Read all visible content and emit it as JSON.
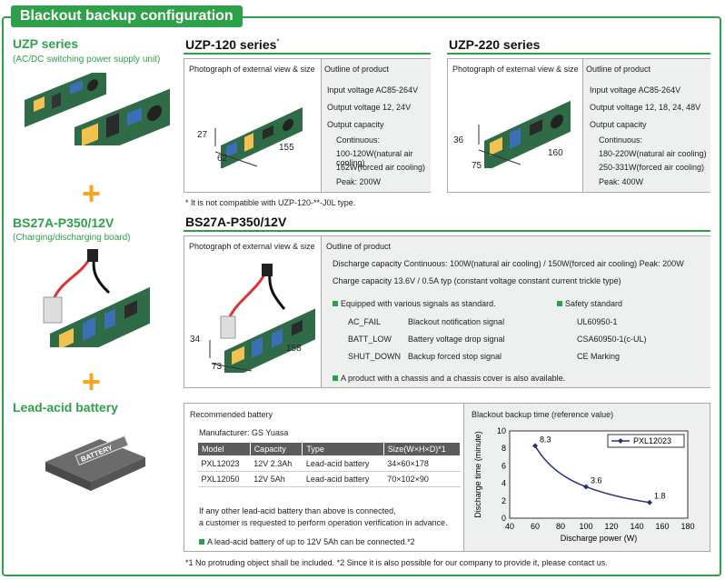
{
  "header": {
    "title": "Blackout backup configuration"
  },
  "left": {
    "uzp_title": "UZP series",
    "uzp_sub": "(AC/DC switching power supply unit)",
    "bs_title": "BS27A-P350/12V",
    "bs_sub": "(Charging/discharging board)",
    "battery_title": "Lead-acid battery",
    "battery_label": "BATTERY",
    "plus": "+"
  },
  "uzp120": {
    "title": "UZP-120 series",
    "title_mark": "*",
    "photo_label": "Photograph of external view & size",
    "outline_label": "Outline of product",
    "dims": {
      "h": "27",
      "w": "62",
      "l": "155"
    },
    "lines": [
      "Input voltage   AC85-264V",
      "Output voltage  12, 24V",
      "Output capacity",
      "Continuous:",
      "100-120W(natural air cooling)",
      "162W(forced air cooling)",
      "Peak: 200W"
    ],
    "note": "* It is not compatible with UZP-120-**-J0L type."
  },
  "uzp220": {
    "title": "UZP-220 series",
    "photo_label": "Photograph of external view & size",
    "outline_label": "Outline of product",
    "dims": {
      "h": "36",
      "w": "75",
      "l": "160"
    },
    "lines": [
      "Input voltage   AC85-264V",
      "Output voltage 12, 18, 24, 48V",
      "Output capacity",
      "Continuous:",
      "180-220W(natural air cooling)",
      "250-331W(forced air cooling)",
      "Peak: 400W"
    ]
  },
  "bs27": {
    "title": "BS27A-P350/12V",
    "photo_label": "Photograph of external view & size",
    "outline_label": "Outline of product",
    "dims": {
      "h": "34",
      "w": "73",
      "l": "158"
    },
    "discharge": "Discharge capacity   Continuous: 100W(natural air cooling) / 150W(forced air cooling)   Peak: 200W",
    "charge": "Charge capacity   13.6V / 0.5A typ (constant voltage constant current trickle type)",
    "signals_title": "Equipped with various signals as standard.",
    "signals": [
      {
        "name": "AC_FAIL",
        "desc": "Blackout notification signal"
      },
      {
        "name": "BATT_LOW",
        "desc": "Battery voltage drop signal"
      },
      {
        "name": "SHUT_DOWN",
        "desc": "Backup forced stop signal"
      }
    ],
    "safety_title": "Safety standard",
    "safety": [
      "UL60950-1",
      "CSA60950-1(c-UL)",
      "CE Marking"
    ],
    "chassis_note": "A product with a chassis and a chassis cover is also available."
  },
  "battery": {
    "title": "Recommended battery",
    "manufacturer": "Manufacturer: GS Yuasa",
    "columns": [
      "Model",
      "Capacity",
      "Type",
      "Size(W×H×D)*1"
    ],
    "rows": [
      [
        "PXL12023",
        "12V 2.3Ah",
        "Lead-acid battery",
        "34×60×178"
      ],
      [
        "PXL12050",
        "12V 5Ah",
        "Lead-acid battery",
        "70×102×90"
      ]
    ],
    "note1": "If any other lead-acid battery than above is connected,",
    "note2": "a customer is requested to perform operation verification in advance.",
    "note3": "A lead-acid battery of up to 12V 5Ah can be connected.*2"
  },
  "footnote": "*1 No protruding object shall be included.  *2 Since it is also possible for our company to provide it, please contact us.",
  "chart_data": {
    "type": "line",
    "title": "Blackout backup time (reference value)",
    "xlabel": "Discharge power (W)",
    "ylabel": "Discharge time (minute)",
    "xlim": [
      40,
      180
    ],
    "ylim": [
      0,
      10
    ],
    "xticks": [
      40,
      60,
      80,
      100,
      120,
      140,
      160,
      180
    ],
    "yticks": [
      0,
      2,
      4,
      6,
      8,
      10
    ],
    "series": [
      {
        "name": "PXL12023",
        "x": [
          60,
          100,
          150
        ],
        "y": [
          8.3,
          3.6,
          1.8
        ]
      }
    ],
    "labels": [
      "8.3",
      "3.6",
      "1.8"
    ],
    "color": "#2b2f7a"
  }
}
